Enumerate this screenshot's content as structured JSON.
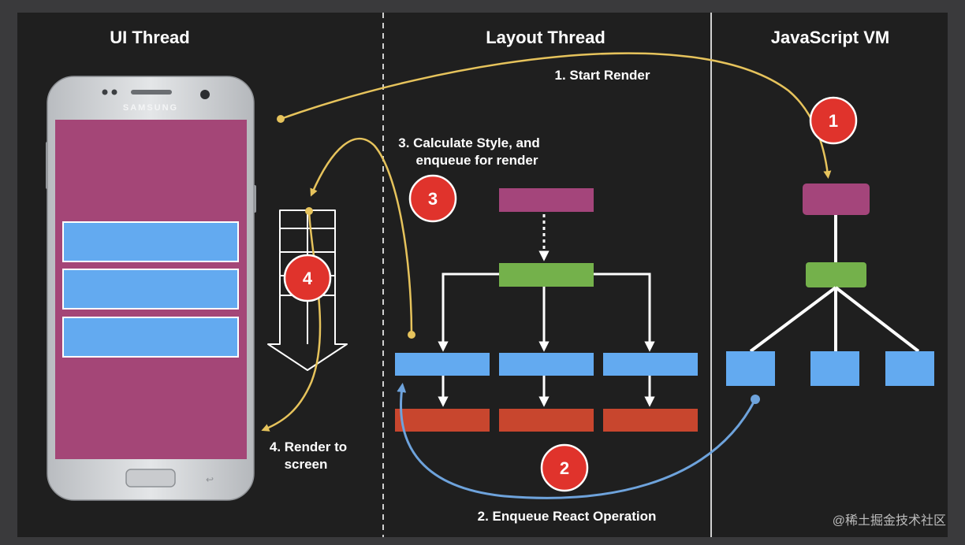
{
  "columns": {
    "ui_thread": "UI Thread",
    "layout_thread": "Layout Thread",
    "javascript_vm": "JavaScript VM"
  },
  "phone": {
    "brand": "SAMSUNG"
  },
  "steps": {
    "start_render": "1. Start Render",
    "calc_style_line1": "3. Calculate Style, and",
    "calc_style_line2": "enqueue for render",
    "render_line1": "4. Render to",
    "render_line2": "screen",
    "enqueue": "2. Enqueue React Operation"
  },
  "badges": {
    "b1": "1",
    "b2": "2",
    "b3": "3",
    "b4": "4"
  },
  "watermark": "@稀土掘金技术社区",
  "colors": {
    "panel": "#1f1f1f",
    "screen": "#a44677",
    "blue": "#63aaf0",
    "pink": "#a4457b",
    "green": "#74b14b",
    "red": "#c8462e",
    "badge": "#e0332c",
    "yellow_arrow": "#e6c35c",
    "blue_arrow": "#6ea3dc"
  }
}
